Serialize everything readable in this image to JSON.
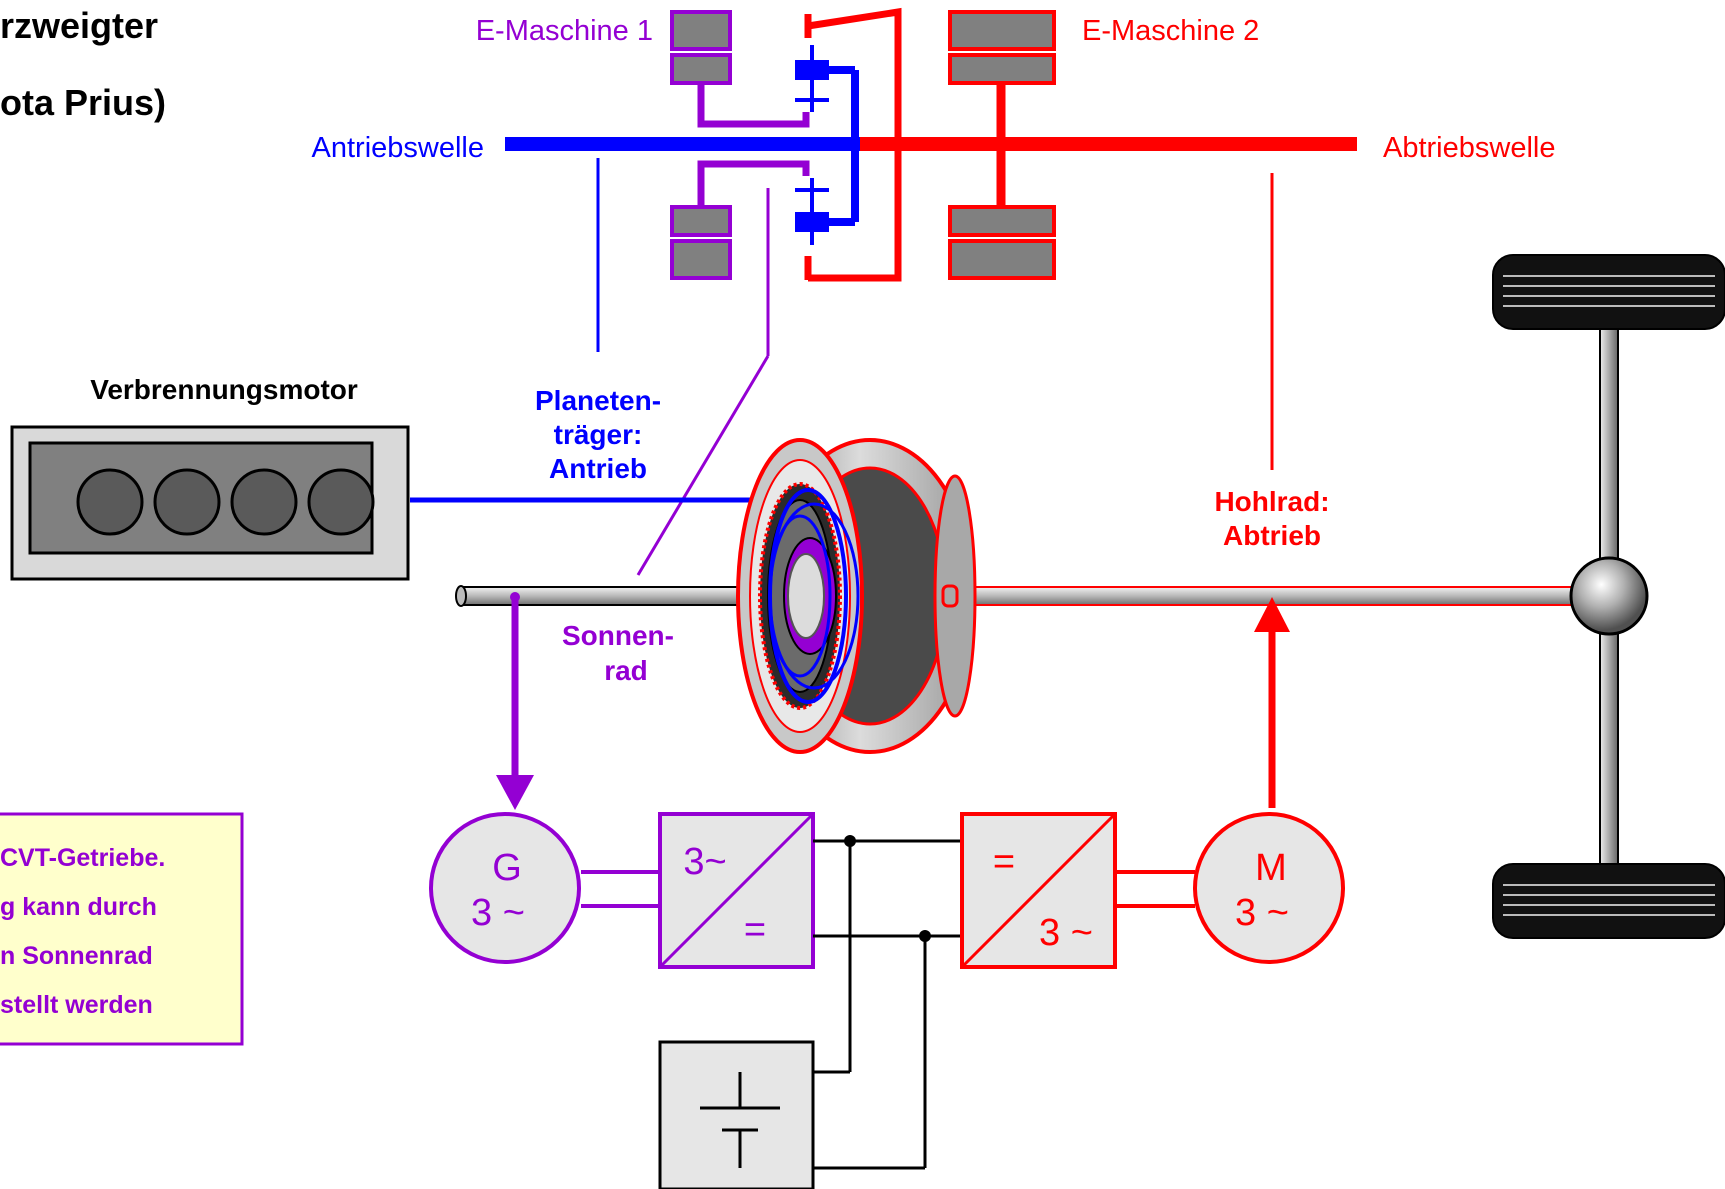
{
  "title_lines": [
    "rzweigter",
    "ota Prius)"
  ],
  "labels": {
    "e_maschine_1": "E-Maschine 1",
    "e_maschine_2": "E-Maschine 2",
    "antriebswelle": "Antriebswelle",
    "abtriebswelle": "Abtriebswelle",
    "verbrennungsmotor": "Verbrennungsmotor",
    "planetentraeger": [
      "Planeten-",
      "träger:",
      "Antrieb"
    ],
    "hohlrad": [
      "Hohlrad:",
      "Abtrieb"
    ],
    "sonnenrad": [
      "Sonnen-",
      "rad"
    ]
  },
  "symbols": {
    "generator": [
      "G",
      "3 ~"
    ],
    "motor": [
      "M",
      "3 ~"
    ],
    "inverter_left": [
      "3~",
      "="
    ],
    "inverter_right": [
      "=",
      "3 ~"
    ]
  },
  "note_lines": [
    "CVT-Getriebe.",
    "g kann durch",
    "n Sonnenrad",
    "stellt werden"
  ],
  "colors": {
    "purple": "#9400D3",
    "blue": "#0000FF",
    "red": "#FF0000",
    "black": "#000000",
    "gray_fill": "#808080",
    "light_gray": "#E6E6E6",
    "note_bg": "#FFFFCC"
  }
}
